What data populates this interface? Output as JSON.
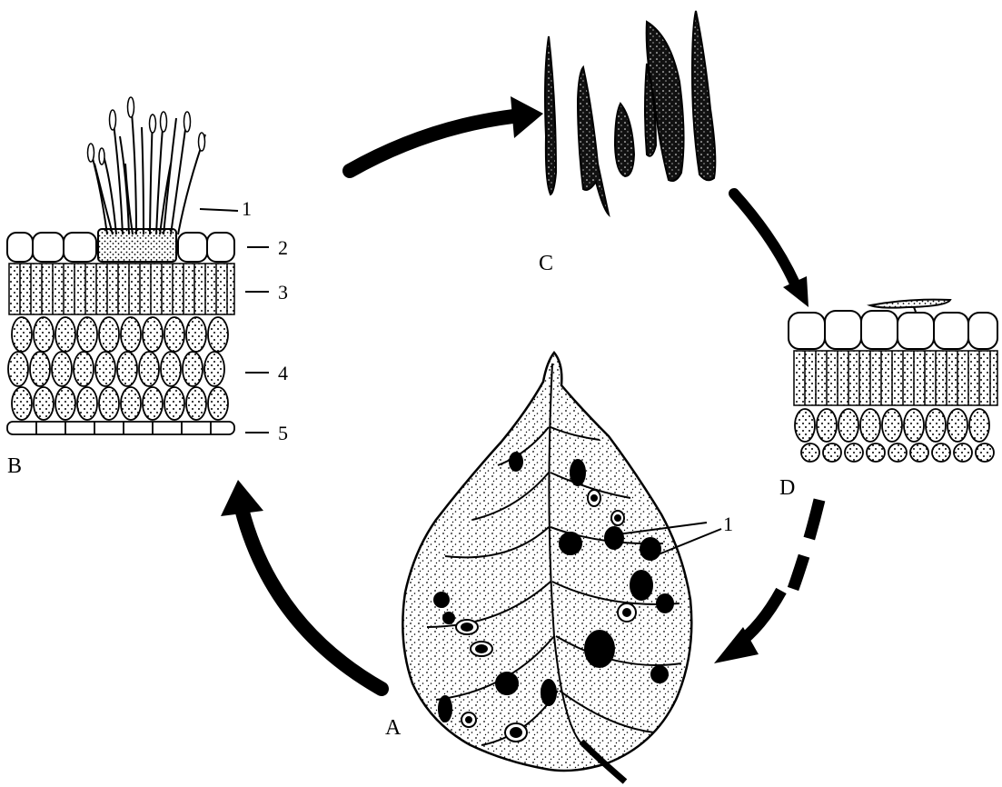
{
  "panels": {
    "A": {
      "label": "A",
      "callout": "1"
    },
    "B": {
      "label": "B",
      "layers": [
        "1",
        "2",
        "3",
        "4",
        "5"
      ]
    },
    "C": {
      "label": "C"
    },
    "D": {
      "label": "D"
    }
  },
  "colors": {
    "ink": "#000000",
    "paper": "#ffffff"
  }
}
